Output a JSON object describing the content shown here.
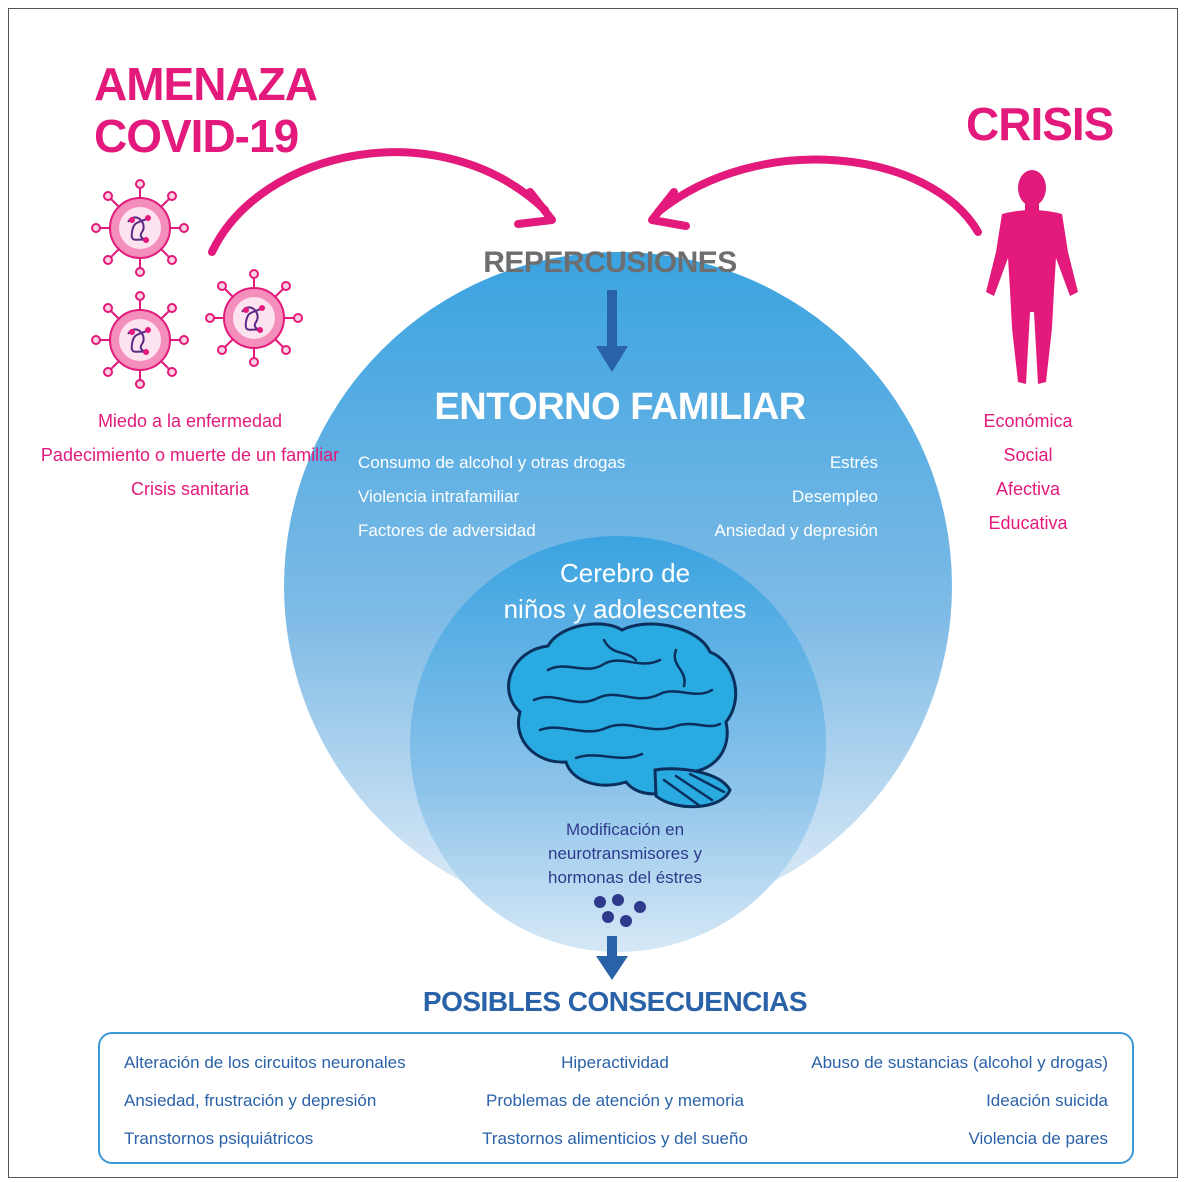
{
  "threat": {
    "title_line1": "AMENAZA",
    "title_line2": "COVID-19",
    "items": [
      "Miedo a la enfermedad",
      "Padecimiento o muerte de un familiar",
      "Crisis sanitaria"
    ]
  },
  "crisis": {
    "title": "CRISIS",
    "items": [
      "Económica",
      "Social",
      "Afectiva",
      "Educativa"
    ]
  },
  "repercusiones": "REPERCUSIONES",
  "entorno": {
    "title": "ENTORNO FAMILIAR",
    "left_factors": [
      "Consumo de alcohol y otras drogas",
      "Violencia intrafamiliar",
      "Factores de adversidad"
    ],
    "right_factors": [
      "Estrés",
      "Desempleo",
      "Ansiedad y depresión"
    ]
  },
  "cerebro": {
    "line1": "Cerebro de",
    "line2": "niños y adolescentes"
  },
  "modificacion": {
    "line1": "Modificación en",
    "line2": "neurotransmisores y",
    "line3": "hormonas del éstres"
  },
  "consecuencias": {
    "title": "POSIBLES CONSECUENCIAS",
    "col1": [
      "Alteración de los circuitos neuronales",
      "Ansiedad,  frustración y depresión",
      "Transtornos psiquiátricos"
    ],
    "col2": [
      "Hiperactividad",
      "Problemas de atención y memoria",
      "Trastornos alimenticios y del sueño"
    ],
    "col3": [
      "Abuso de sustancias (alcohol y drogas)",
      "Ideación suicida",
      "Violencia de pares"
    ]
  },
  "colors": {
    "pink": "#e3197b",
    "blue_dark": "#2a62a8",
    "blue_circle": "#3aa3e0",
    "gray": "#6d6e70",
    "navy": "#2e3a8c"
  },
  "icons": [
    "virus-icon",
    "human-figure-icon",
    "brain-icon",
    "arrow-down-icon",
    "curved-arrow-icon",
    "molecule-dots-icon"
  ]
}
